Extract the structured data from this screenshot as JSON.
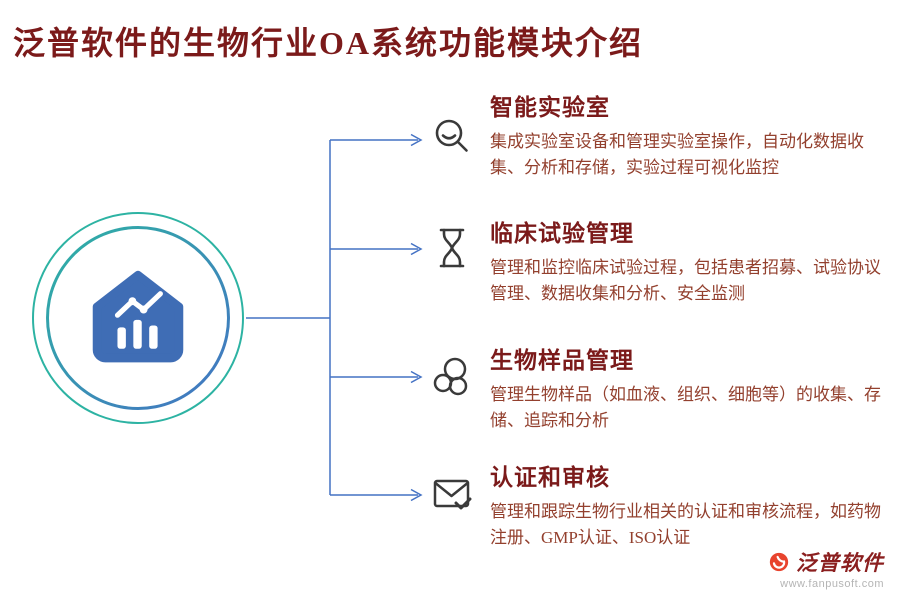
{
  "page_title": "泛普软件的生物行业OA系统功能模块介绍",
  "hub": {
    "icon": "house-chart-icon"
  },
  "features": [
    {
      "icon": "magnifier-icon",
      "title": "智能实验室",
      "description": "集成实验室设备和管理实验室操作，自动化数据收集、分析和存储，实验过程可视化监控"
    },
    {
      "icon": "hourglass-icon",
      "title": "临床试验管理",
      "description": "管理和监控临床试验过程，包括患者招募、试验协议管理、数据收集和分析、安全监测"
    },
    {
      "icon": "cells-icon",
      "title": "生物样品管理",
      "description": "管理生物样品（如血液、组织、细胞等）的收集、存储、追踪和分析"
    },
    {
      "icon": "mail-check-icon",
      "title": "认证和审核",
      "description": "管理和跟踪生物行业相关的认证和审核流程，如药物注册、GMP认证、ISO认证"
    }
  ],
  "footer": {
    "brand": "泛普软件",
    "url": "www.fanpusoft.com",
    "icon": "fanpu-logo-icon"
  },
  "colors": {
    "title_text": "#7b1a1a",
    "body_text": "#93402e",
    "connector_blue": "#4472c4",
    "ring_teal": "#2db3a3",
    "house_blue": "#3f6db5",
    "icon_stroke": "#3a3a3a",
    "brand_red": "#8b1f1f"
  }
}
